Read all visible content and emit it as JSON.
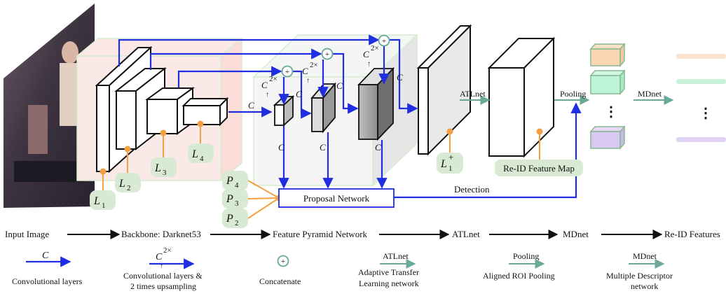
{
  "backbone_level_labels": [
    "L_1",
    "L_2",
    "L_3",
    "L_4"
  ],
  "level_label_display": {
    "L": "L",
    "sub1": "1",
    "sub2": "2",
    "sub3": "3",
    "sub4": "4"
  },
  "pyramid_inputs": {
    "P": "P",
    "s4": "4",
    "s3": "3",
    "s2": "2"
  },
  "l1_plus": {
    "L": "L",
    "sub": "1",
    "sup": "+"
  },
  "edge_label_c": "C",
  "upsample_label": {
    "c": "C",
    "sup": "2×",
    "arrow": "↑"
  },
  "concat_symbol": "+",
  "proposal_network": "Proposal Network",
  "detection_label": "Detection",
  "reid_feature_map": "Re-ID Feature Map",
  "atlnet_label": "ATLnet",
  "pooling_label": "Pooling",
  "mdnet_label": "MDnet",
  "ellipsis": "⋮",
  "pipeline": [
    "Input Image",
    "Backbone: Darknet53",
    "Feature Pyramid Network",
    "ATLnet",
    "MDnet",
    "Re-ID Features"
  ],
  "legend": {
    "conv": "Convolutional layers",
    "conv_up_1": "Convolutional layers &",
    "conv_up_2": "2 times upsampling",
    "concat": "Concatenate",
    "atl_1": "Adaptive Transfer",
    "atl_2": "Learning network",
    "pool": "Aligned ROI Pooling",
    "md_1": "Multiple Descriptor",
    "md_2": "network"
  },
  "colors": {
    "blue": "#1f2ee0",
    "orange": "#f2a040",
    "teal": "#6aa99a",
    "chip": "#d8ead4",
    "pink_region": "#fbe9e8",
    "gray_region": "#f2f2f2"
  }
}
